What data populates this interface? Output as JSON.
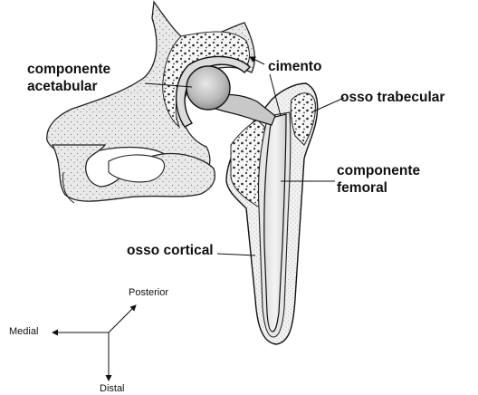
{
  "labels": {
    "acetabular_line1": "componente",
    "acetabular_line2": "acetabular",
    "cement": "cimento",
    "trabecular": "osso trabecular",
    "femoral_line1": "componente",
    "femoral_line2": "femoral",
    "cortical": "osso cortical"
  },
  "orientation": {
    "posterior": "Posterior",
    "medial": "Medial",
    "distal": "Distal"
  }
}
